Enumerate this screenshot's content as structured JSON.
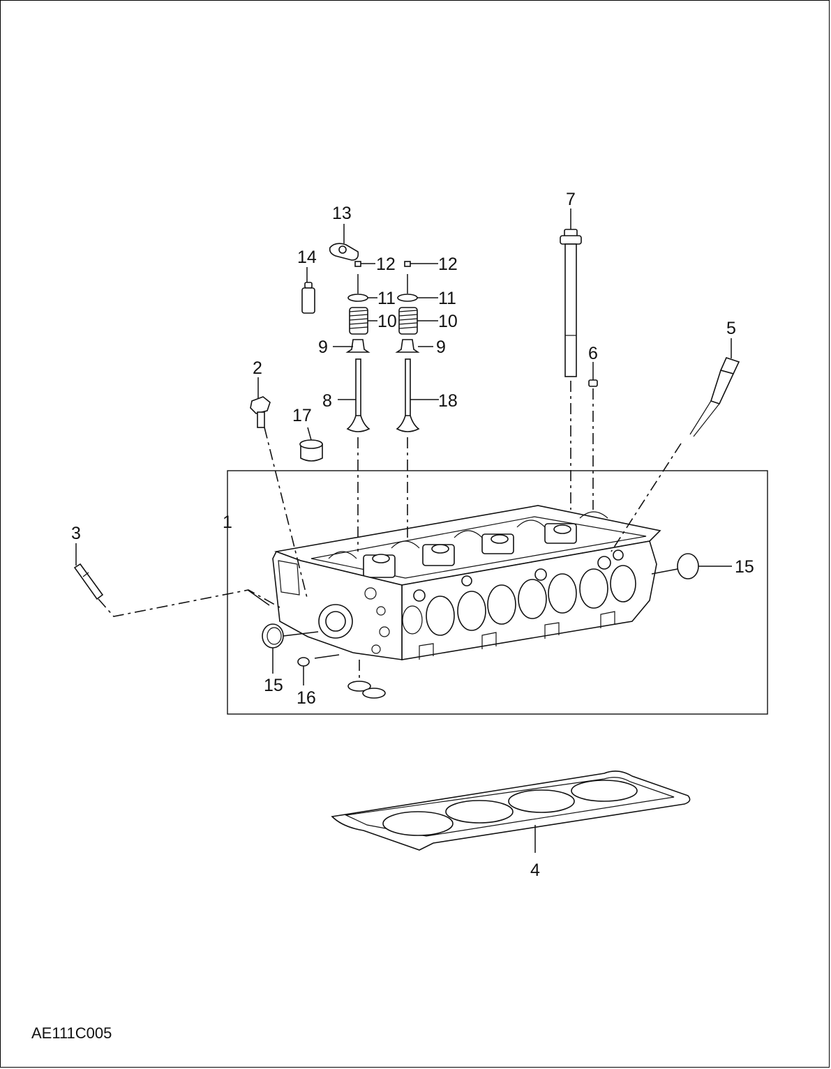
{
  "diagram": {
    "labels": {
      "l1": "1",
      "l2": "2",
      "l3": "3",
      "l4": "4",
      "l5": "5",
      "l6": "6",
      "l7": "7",
      "l8": "8",
      "l9a": "9",
      "l9b": "9",
      "l10a": "10",
      "l10b": "10",
      "l11a": "11",
      "l11b": "11",
      "l12a": "12",
      "l12b": "12",
      "l13": "13",
      "l14": "14",
      "l15a": "15",
      "l15b": "15",
      "l16": "16",
      "l17": "17",
      "l18": "18"
    },
    "reference_code": "AE111C005"
  }
}
